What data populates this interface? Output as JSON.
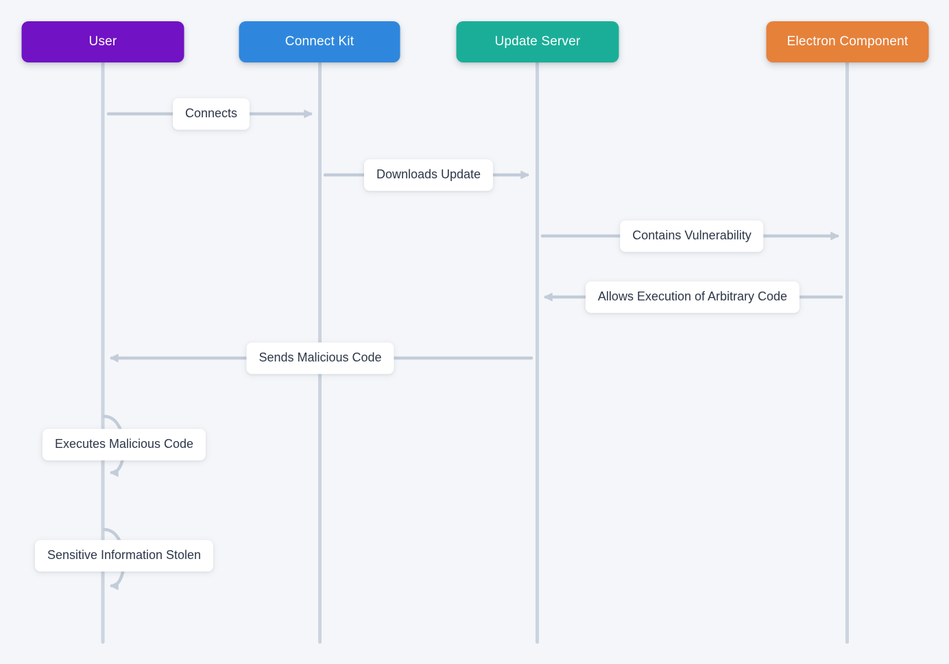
{
  "diagram": {
    "type": "sequence-diagram",
    "colors": {
      "background": "#f4f6f9",
      "lifeline": "#cbd4df",
      "arrow": "#c3ccd9",
      "label_background": "#ffffff",
      "label_text": "#2d3748",
      "actor_text": "#ffffff"
    },
    "actors": [
      {
        "label": "User",
        "color": "#7112c4"
      },
      {
        "label": "Connect Kit",
        "color": "#2f87dd"
      },
      {
        "label": "Update Server",
        "color": "#1aae98"
      },
      {
        "label": "Electron Component",
        "color": "#e6813a"
      }
    ],
    "messages": [
      {
        "label": "Connects",
        "from": "User",
        "to": "Connect Kit",
        "kind": "arrow-right"
      },
      {
        "label": "Downloads Update",
        "from": "Connect Kit",
        "to": "Update Server",
        "kind": "arrow-right"
      },
      {
        "label": "Contains Vulnerability",
        "from": "Update Server",
        "to": "Electron Component",
        "kind": "arrow-right"
      },
      {
        "label": "Allows Execution of Arbitrary Code",
        "from": "Electron Component",
        "to": "Update Server",
        "kind": "arrow-left"
      },
      {
        "label": "Sends Malicious Code",
        "from": "Update Server",
        "to": "User",
        "kind": "arrow-left"
      },
      {
        "label": "Executes Malicious Code",
        "from": "User",
        "to": "User",
        "kind": "self-loop"
      },
      {
        "label": "Sensitive Information Stolen",
        "from": "User",
        "to": "User",
        "kind": "self-loop"
      }
    ]
  }
}
